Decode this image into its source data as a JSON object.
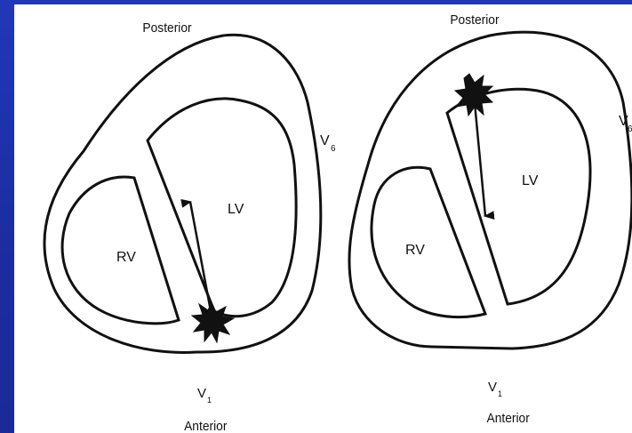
{
  "colors": {
    "background": "#1c2fa8",
    "panel": "#ffffff",
    "ink": "#111111"
  },
  "left_diagram": {
    "posterior": "Posterior",
    "anterior": "Anterior",
    "rv": "RV",
    "lv": "LV",
    "v6": "V",
    "v6_sub": "6",
    "v1": "V",
    "v1_sub": "1"
  },
  "right_diagram": {
    "posterior": "Posterior",
    "anterior": "Anterior",
    "rv": "RV",
    "lv": "LV",
    "v6": "V",
    "v6_sub": "6",
    "v1": "V",
    "v1_sub": "1"
  }
}
